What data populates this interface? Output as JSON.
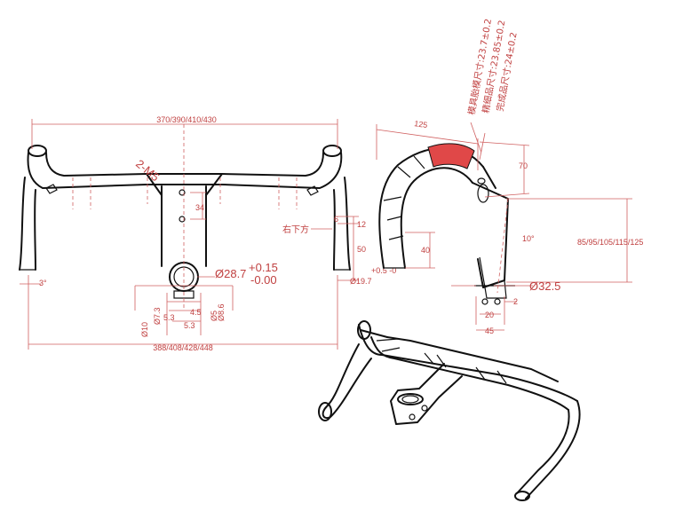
{
  "colors": {
    "line": "#111111",
    "dimension": "#c04040",
    "highlight": "#e04848"
  },
  "front_view": {
    "top_width": "370/390/410/430",
    "bottom_width": "388/408/428/448",
    "bolt": "2-M5",
    "bolt_spacing": "34",
    "clamp_diameter": "Ø28.7",
    "tol_plus": "+0.15",
    "tol_minus": "-0.00",
    "drop_label": "右下方",
    "d6": "6",
    "d12": "12",
    "d50": "50",
    "hole_dia": "Ø19.7",
    "hole_tol": "+0.5 -0",
    "angle": "3°",
    "d_phi10": "Ø10",
    "d_phi73": "Ø7.3",
    "d53a": "5.3",
    "d45": "4.5",
    "d53b": "5.3",
    "d_phi5": "Ø5",
    "d_phi86": "Ø8.6"
  },
  "side_view": {
    "reach": "125",
    "drop": "70",
    "d40": "40",
    "angle": "10°",
    "stem_lengths": "85/95/105/115/125",
    "steerer": "Ø32.5",
    "d20": "20",
    "d2": "2",
    "d45": "45",
    "note1": "模具胎模尺寸:23.7±0.2",
    "note2": "精细品尺寸:23.85±0.2",
    "note3": "完成品尺寸:24±0.2"
  }
}
